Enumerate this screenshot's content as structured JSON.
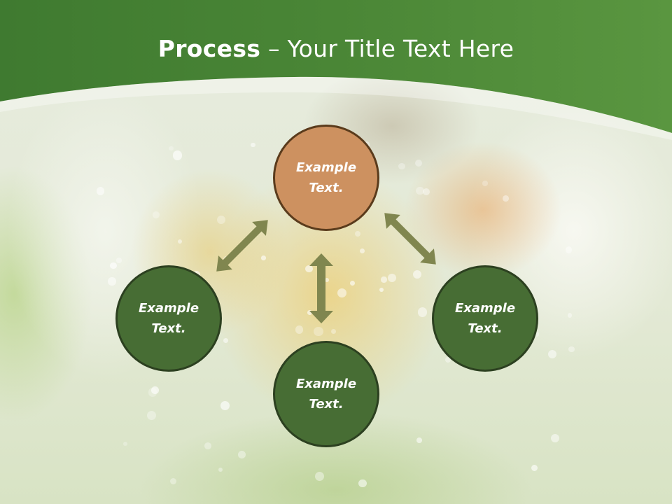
{
  "title": {
    "bold": "Process",
    "rest": " – Your Title Text Here"
  },
  "colors": {
    "header_green": "#4d8a3a",
    "node_green": "#476d34",
    "node_orange": "#cd9160",
    "arrow": "#80864f"
  },
  "nodes": [
    {
      "text": "Example Text.",
      "color": "orange"
    },
    {
      "text": "Example Text.",
      "color": "green"
    },
    {
      "text": "Example Text.",
      "color": "green"
    },
    {
      "text": "Example Text.",
      "color": "green"
    }
  ]
}
